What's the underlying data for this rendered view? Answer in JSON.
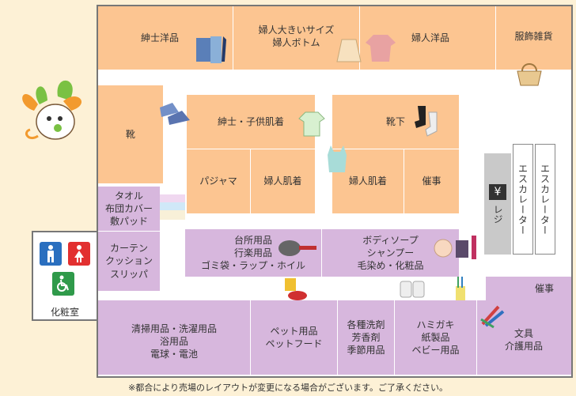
{
  "zones": {
    "mens_wear": "紳士洋品",
    "womens_large": "婦人大きいサイズ\n婦人ボトム",
    "womens_wear": "婦人洋品",
    "accessories": "服飾雑貨",
    "shoes": "靴",
    "underwear_men_kids": "紳士・子供肌着",
    "socks": "靴下",
    "pajamas": "パジャマ",
    "womens_underwear_a": "婦人肌着",
    "womens_underwear_b": "婦人肌着",
    "event_a": "催事",
    "towels": "タオル\n布団カバー\n敷パッド",
    "curtains": "カーテン\nクッション\nスリッパ",
    "kitchen": "台所用品\n行楽用品\nゴミ袋・ラップ・ホイル",
    "body_care": "ボディソープ\nシャンプー\n毛染め・化粧品",
    "event_b": "催事",
    "cleaning": "清掃用品・洗濯用品\n浴用品\n電球・電池",
    "pet": "ペット用品\nペットフード",
    "detergent": "各種洗剤\n芳香剤\n季節用品",
    "toothpaste": "ハミガキ\n紙製品\nベビー用品",
    "stationery": "文具\n介護用品",
    "register": "レジ",
    "register_symbol": "¥",
    "escalator_a": "エスカレーター",
    "escalator_b": "エスカレーター",
    "powder_room": "化粧室"
  },
  "note": "※都合により売場のレイアウトが変更になる場合がございます。ご了承ください。",
  "colors": {
    "apparel": "#fcc591",
    "household": "#d7b7dd",
    "restroom_men": "#2a6fbf",
    "restroom_women": "#e23030",
    "accessible": "#2f9a4a"
  }
}
